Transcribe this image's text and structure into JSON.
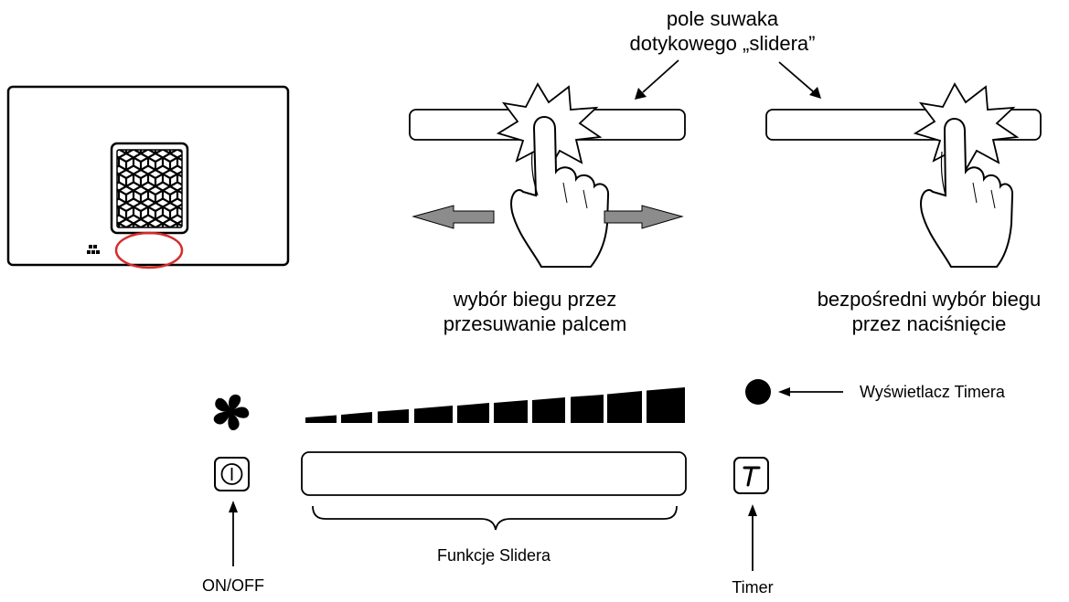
{
  "callout": {
    "line1": "pole suwaka",
    "line2": "dotykowego „slidera”"
  },
  "swipe_caption": {
    "line1": "wybór biegu przez",
    "line2": "przesuwanie palcem"
  },
  "tap_caption": {
    "line1": "bezpośredni wybór biegu",
    "line2": "przez naciśnięcie"
  },
  "timer_display_label": "Wyświetlacz Timera",
  "slider_functions_label": "Funkcje Slidera",
  "onoff_label": "ON/OFF",
  "timer_label": "Timer",
  "icons": {
    "fan": "fan-icon",
    "power": "power-icon",
    "timer": "timer-icon"
  },
  "colors": {
    "highlight": "#d62b2b",
    "arrow_fill": "#8c8c8c",
    "ink": "#000000"
  }
}
